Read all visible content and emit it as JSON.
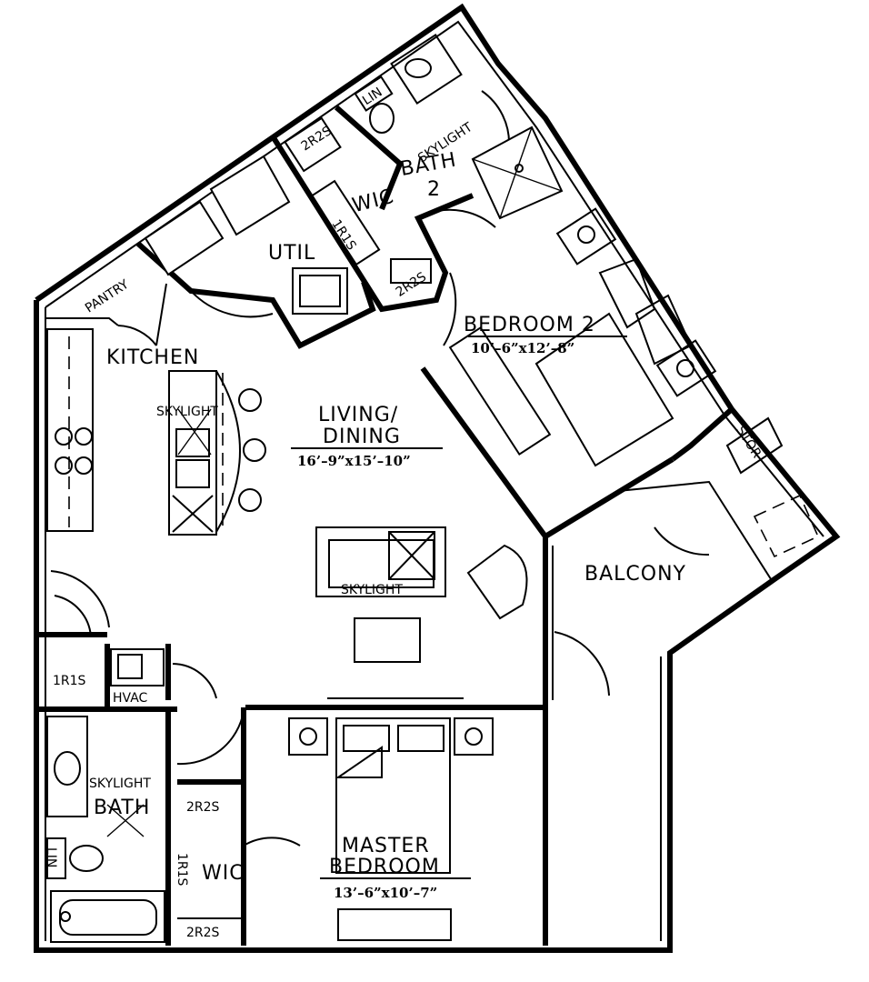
{
  "rooms": {
    "kitchen": "KITCHEN",
    "pantry": "PANTRY",
    "util": "UTIL",
    "wic2": "WIC",
    "bath2_line1": "BATH",
    "bath2_line2": "2",
    "skylight_bath2": "SKYLIGHT",
    "lin_top": "LIN",
    "bedroom2": "BEDROOM 2",
    "bedroom2_dim": "10’–6”x12’–8”",
    "living_line1": "LIVING/",
    "living_line2": "DINING",
    "living_dim": "16’–9”x15’–10”",
    "skylight_kitchen": "SKYLIGHT",
    "skylight_living": "SKYLIGHT",
    "balcony": "BALCONY",
    "stor": "STOR",
    "hvac": "HVAC",
    "r1s_left": "1R1S",
    "r1s_wic2": "1R1S",
    "r2s_top": "2R2S",
    "r2s_wic2": "2R2S",
    "skylight_bath1": "SKYLIGHT",
    "bath1": "BATH",
    "lin_bottom": "LIN",
    "r2s_wic1_top": "2R2S",
    "r1s_wic1": "1R1S",
    "wic1": "WIC",
    "r2s_wic1_bottom": "2R2S",
    "master_line1": "MASTER",
    "master_line2": "BEDROOM",
    "master_dim": "13’–6”x10’–7”"
  }
}
